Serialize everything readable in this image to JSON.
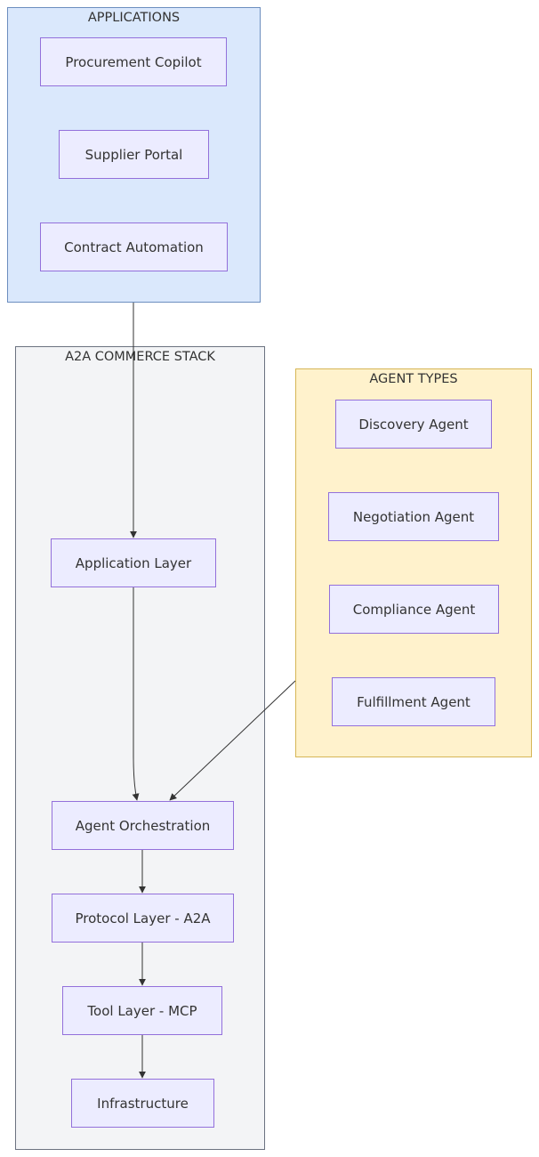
{
  "clusters": {
    "applications": {
      "title": "APPLICATIONS"
    },
    "a2a_commerce_stack": {
      "title": "A2A COMMERCE STACK"
    },
    "agent_types": {
      "title": "AGENT TYPES"
    }
  },
  "nodes": {
    "procurement_copilot": "Procurement Copilot",
    "supplier_portal": "Supplier Portal",
    "contract_automation": "Contract Automation",
    "application_layer": "Application Layer",
    "agent_orchestration": "Agent Orchestration",
    "protocol_layer": "Protocol Layer - A2A",
    "tool_layer": "Tool Layer - MCP",
    "infrastructure": "Infrastructure",
    "discovery_agent": "Discovery Agent",
    "negotiation_agent": "Negotiation Agent",
    "compliance_agent": "Compliance Agent",
    "fulfillment_agent": "Fulfillment Agent"
  },
  "edges": [
    {
      "from": "APPLICATIONS",
      "to": "Application Layer"
    },
    {
      "from": "Application Layer",
      "to": "Agent Orchestration"
    },
    {
      "from": "AGENT TYPES",
      "to": "Agent Orchestration"
    },
    {
      "from": "Agent Orchestration",
      "to": "Protocol Layer - A2A"
    },
    {
      "from": "Protocol Layer - A2A",
      "to": "Tool Layer - MCP"
    },
    {
      "from": "Tool Layer - MCP",
      "to": "Infrastructure"
    }
  ],
  "colors": {
    "applications_fill": "#dae8fc",
    "applications_border": "#6c8ebf",
    "stack_fill": "#f3f4f6",
    "stack_border": "#6b7280",
    "agents_fill": "#fff2cc",
    "agents_border": "#d6b656",
    "node_fill": "#ececff",
    "node_border": "#9370db",
    "edge": "#333333"
  }
}
